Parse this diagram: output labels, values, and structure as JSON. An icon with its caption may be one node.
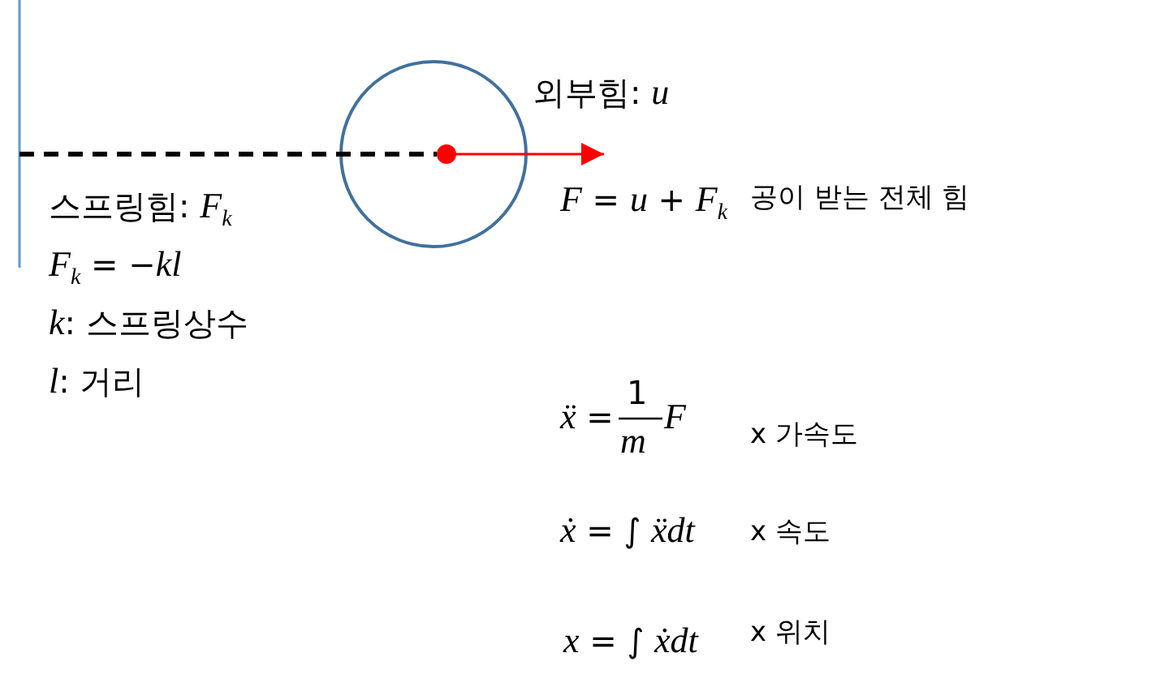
{
  "diagram": {
    "nodes": [
      {
        "text": [],
        "shape": "bar"
      },
      {
        "text": [],
        "shape": "circle"
      },
      {
        "text": [],
        "shape": "circle",
        "in": 1
      }
    ],
    "edges": [
      {
        "from": 0,
        "to": 2,
        "arrow": "none",
        "style": "dashed"
      },
      {
        "from": 2,
        "to": null,
        "arrow": "to",
        "color": "#ff0000"
      }
    ],
    "labels": [
      "외부힘: *u*",
      "스프링힘: *F*$_{k}$",
      "*F* = *u* + *F*$_{k}$",
      "공이 받는 전체 힘",
      "*F*$_{k}$ = −*kl*",
      "*k*: 스프링상수",
      "*l*: 거리",
      "1",
      "*ẍ* =",
      "*F*",
      "*m*",
      "x 가속도",
      "*ẋ* = ∫ *ẍdt*",
      "x 속도",
      "*x* = ∫ *ẋdt*",
      "x 위치"
    ]
  }
}
